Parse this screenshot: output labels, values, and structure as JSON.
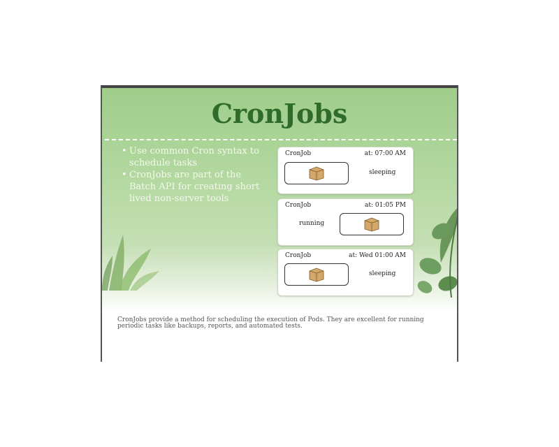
{
  "slide": {
    "title": "CronJobs",
    "bullets": [
      "Use common Cron syntax to schedule tasks",
      "CronJobs are part of the Batch API for creating short lived non-server tools"
    ],
    "bullet_marker": "•",
    "cronjobs": [
      {
        "kind": "CronJob",
        "time": "at: 07:00 AM",
        "state": "sleeping",
        "icon": "package-box-icon"
      },
      {
        "kind": "CronJob",
        "time": "at: 01:05 PM",
        "state": "running",
        "icon": "package-box-icon"
      },
      {
        "kind": "CronJob",
        "time": "at: Wed 01:00 AM",
        "state": "sleeping",
        "icon": "package-box-icon"
      }
    ]
  },
  "caption": "CronJobs provide a method for scheduling the execution of Pods. They are excellent for running periodic tasks like backups, reports, and automated tests.",
  "colors": {
    "title_green": "#2f6b2a",
    "banner_green": "#b3d8a0",
    "bullet_text": "#f4f8ee",
    "box_brown": "#d4a86a"
  }
}
